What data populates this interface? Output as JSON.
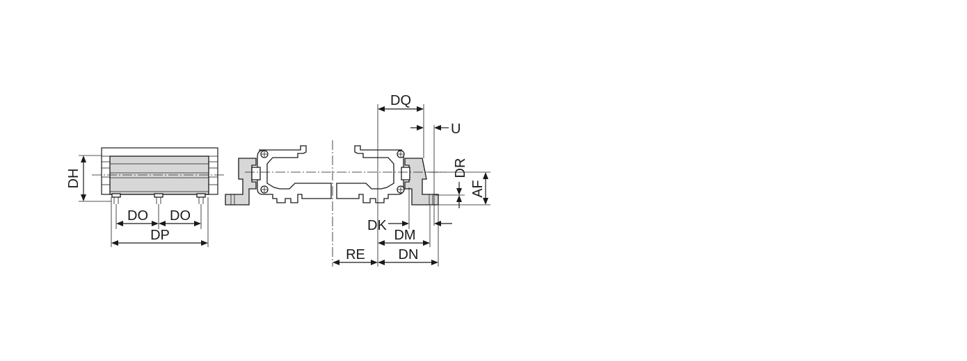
{
  "dimension_labels": {
    "dh": "DH",
    "do_left": "DO",
    "do_right": "DO",
    "dp": "DP",
    "dq": "DQ",
    "u": "U",
    "dr": "DR",
    "af": "AF",
    "dk": "DK",
    "dm": "DM",
    "re": "RE",
    "dn": "DN"
  },
  "colors": {
    "line": "#1a1a1a",
    "part_fill": "#d7d7d7",
    "background": "#ffffff"
  }
}
